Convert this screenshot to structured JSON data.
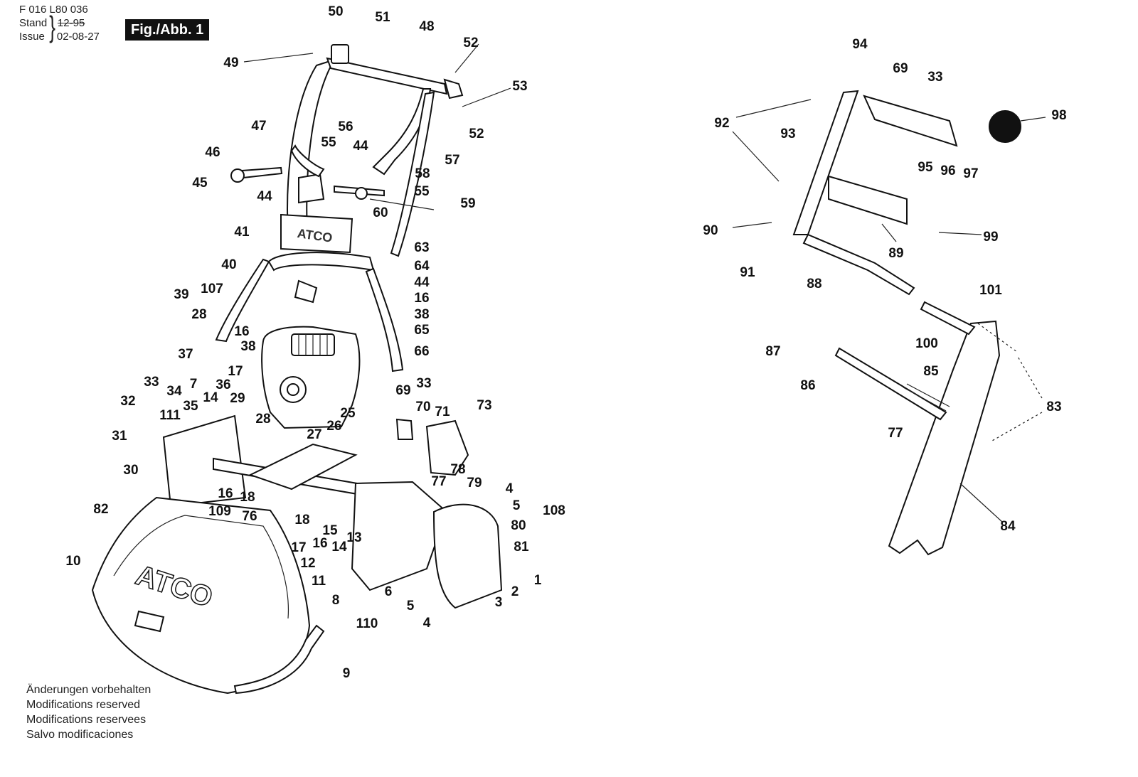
{
  "header": {
    "part_number": "F 016 L80 036",
    "stand_label": "Stand",
    "issue_label": "Issue",
    "stand_value_struck": "12-95",
    "issue_value": "02-08-27",
    "figure_label": "Fig./Abb. 1"
  },
  "footer": {
    "lines": [
      "Änderungen vorbehalten",
      "Modifications reserved",
      "Modifications reservees",
      "Salvo modificaciones"
    ]
  },
  "callouts": [
    "50",
    "51",
    "48",
    "52",
    "49",
    "53",
    "52",
    "47",
    "56",
    "55",
    "44",
    "57",
    "46",
    "58",
    "55",
    "45",
    "44",
    "59",
    "60",
    "41",
    "63",
    "40",
    "64",
    "107",
    "44",
    "39",
    "16",
    "28",
    "38",
    "16",
    "65",
    "38",
    "37",
    "66",
    "17",
    "33",
    "34",
    "7",
    "36",
    "29",
    "69",
    "33",
    "32",
    "35",
    "14",
    "70",
    "71",
    "73",
    "111",
    "28",
    "25",
    "31",
    "27",
    "26",
    "30",
    "77",
    "78",
    "16",
    "18",
    "79",
    "4",
    "82",
    "109",
    "76",
    "5",
    "108",
    "18",
    "80",
    "15",
    "13",
    "17",
    "16",
    "14",
    "81",
    "10",
    "12",
    "1",
    "11",
    "2",
    "6",
    "8",
    "3",
    "5",
    "110",
    "4",
    "9",
    "94",
    "69",
    "33",
    "92",
    "98",
    "93",
    "95",
    "96",
    "97",
    "90",
    "99",
    "89",
    "91",
    "88",
    "101",
    "100",
    "87",
    "85",
    "86",
    "83",
    "77",
    "84"
  ]
}
